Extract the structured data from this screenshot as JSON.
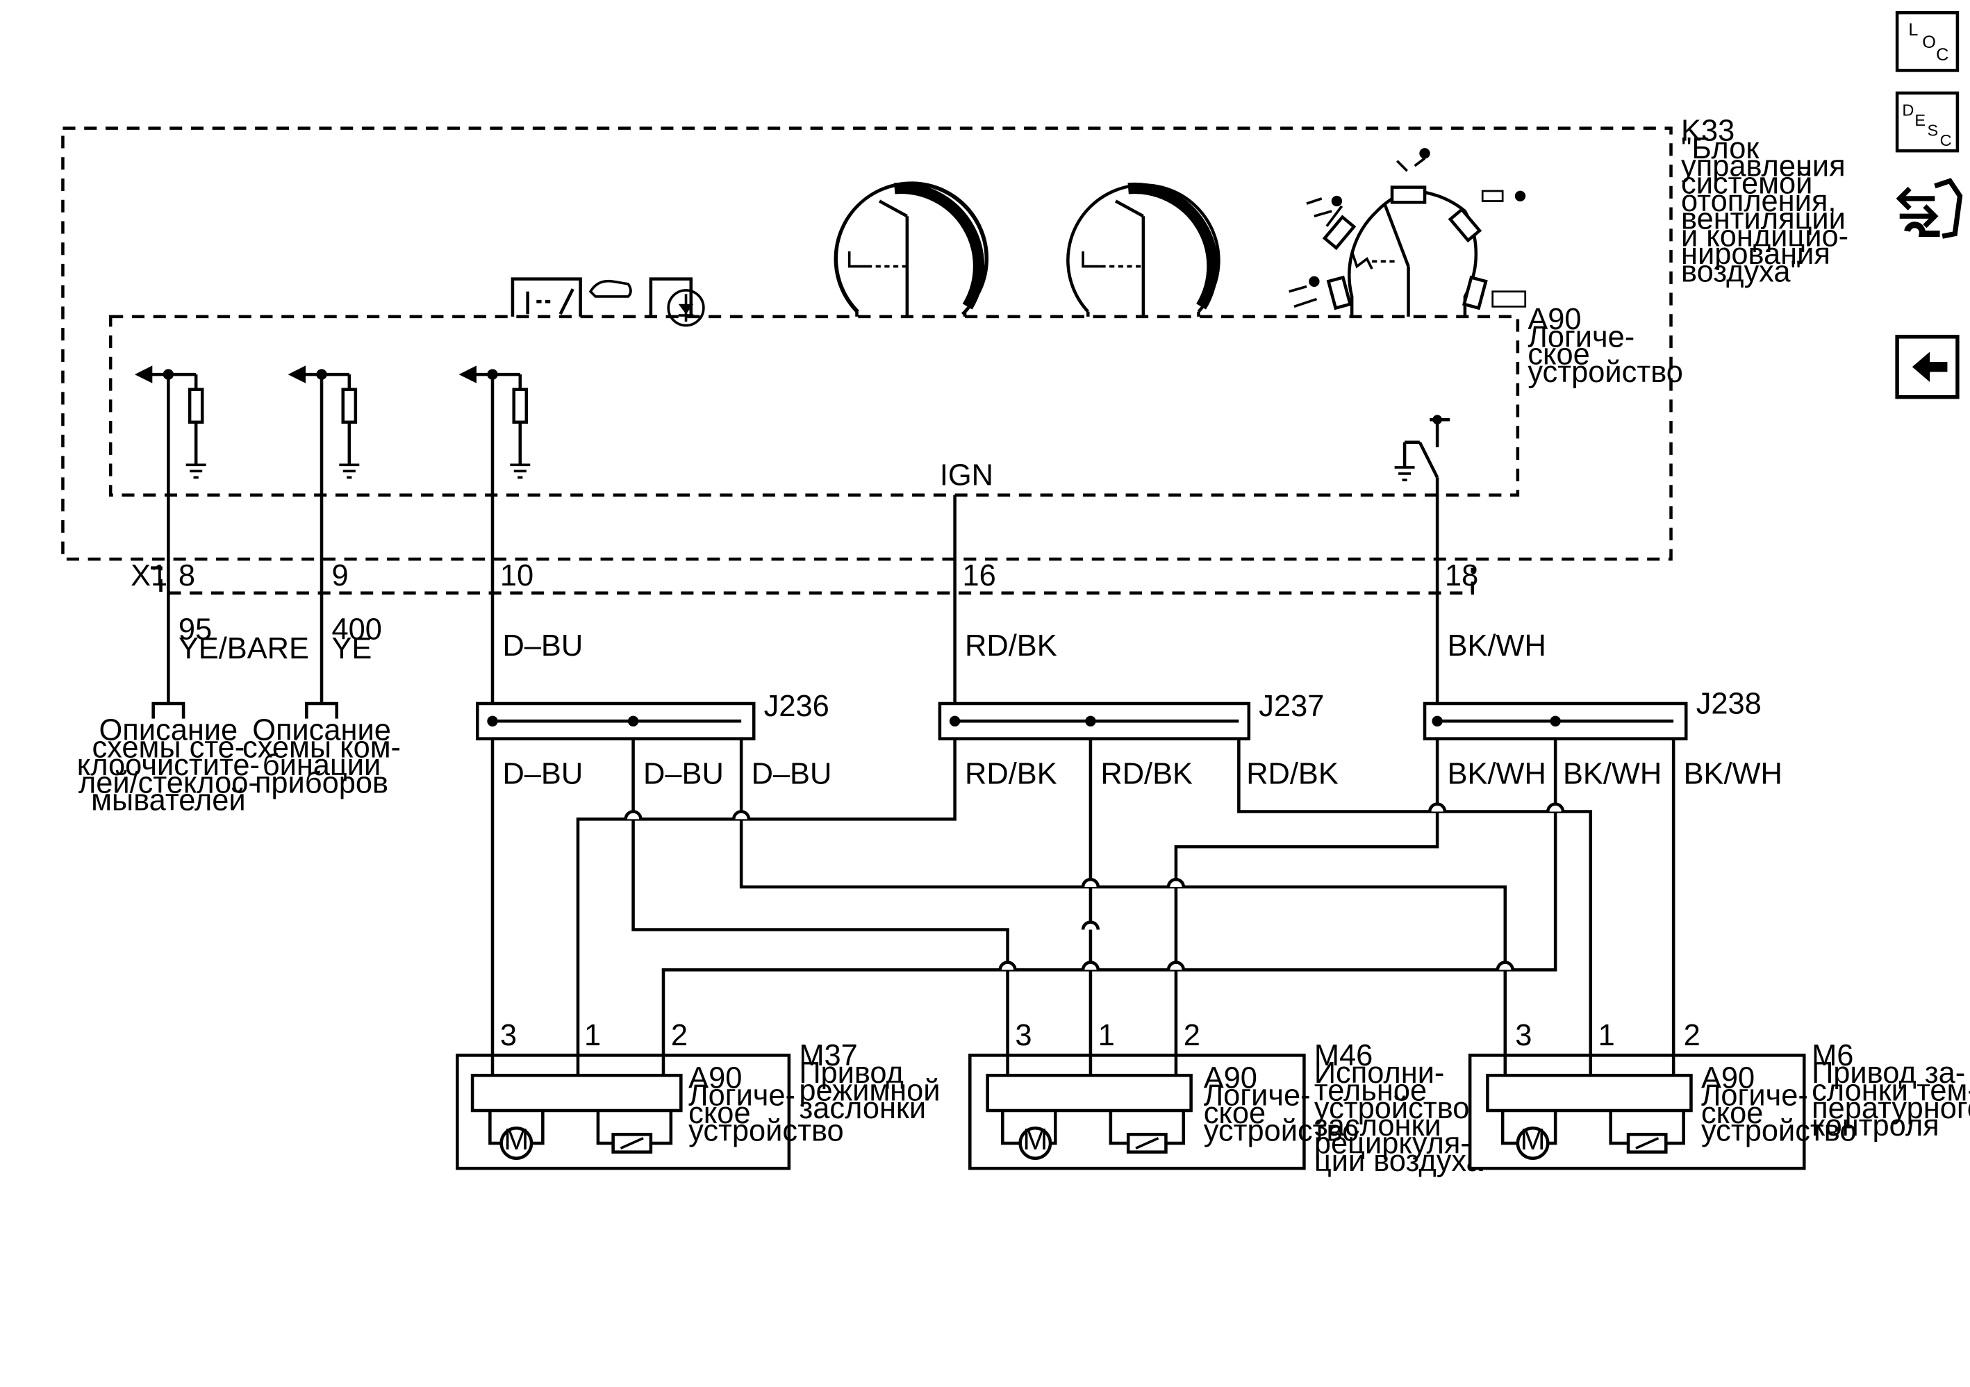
{
  "module": {
    "id": "K33",
    "lines": [
      "\"Блок",
      "управления",
      "системой",
      "отопления,",
      "вентиляции",
      "и кондицио-",
      "нирования",
      "воздуха\""
    ]
  },
  "logic": {
    "id": "A90",
    "lines": [
      "Логиче-",
      "ское",
      "устройство"
    ]
  },
  "ign_label": "IGN",
  "connector": "X1",
  "pins": {
    "p8": "8",
    "p9": "9",
    "p10": "10",
    "p16": "16",
    "p18": "18"
  },
  "wires": {
    "w8_circuit": "95",
    "w8_color": "YE/BARE",
    "w9_circuit": "400",
    "w9_color": "YE",
    "w10_color": "D–BU",
    "w16_color": "RD/BK",
    "w18_color": "BK/WH"
  },
  "refs": {
    "washer": [
      "Описание",
      "схемы сте-",
      "клоочистите-",
      "лей/стеклоо-",
      "мывателей"
    ],
    "cluster": [
      "Описание",
      "схемы ком-",
      "бинации",
      "приборов"
    ]
  },
  "splices": {
    "j236": "J236",
    "j237": "J237",
    "j238": "J238"
  },
  "splice_wires": {
    "dbu": "D–BU",
    "rdbk": "RD/BK",
    "bkwh": "BK/WH"
  },
  "actuators": [
    {
      "id": "M37",
      "lines": [
        "Привод",
        "режимной",
        "заслонки"
      ],
      "pins": [
        "3",
        "1",
        "2"
      ]
    },
    {
      "id": "M46",
      "lines": [
        "Исполни-",
        "тельное",
        "устройство",
        "заслонки",
        "рециркуля-",
        "ции воздуха"
      ],
      "pins": [
        "3",
        "1",
        "2"
      ]
    },
    {
      "id": "M6",
      "lines": [
        "Привод за-",
        "слонки тем-",
        "пературного",
        "контроля"
      ],
      "pins": [
        "3",
        "1",
        "2"
      ]
    }
  ],
  "actuator_logic": {
    "id": "A90",
    "lines": [
      "Логиче-",
      "ское",
      "устройство"
    ]
  },
  "motor_symbol": "M",
  "side_buttons": {
    "loc": {
      "l": "L",
      "o": "O",
      "c": "C"
    },
    "desc": {
      "d": "D",
      "e": "E",
      "s": "S",
      "c": "C"
    }
  }
}
